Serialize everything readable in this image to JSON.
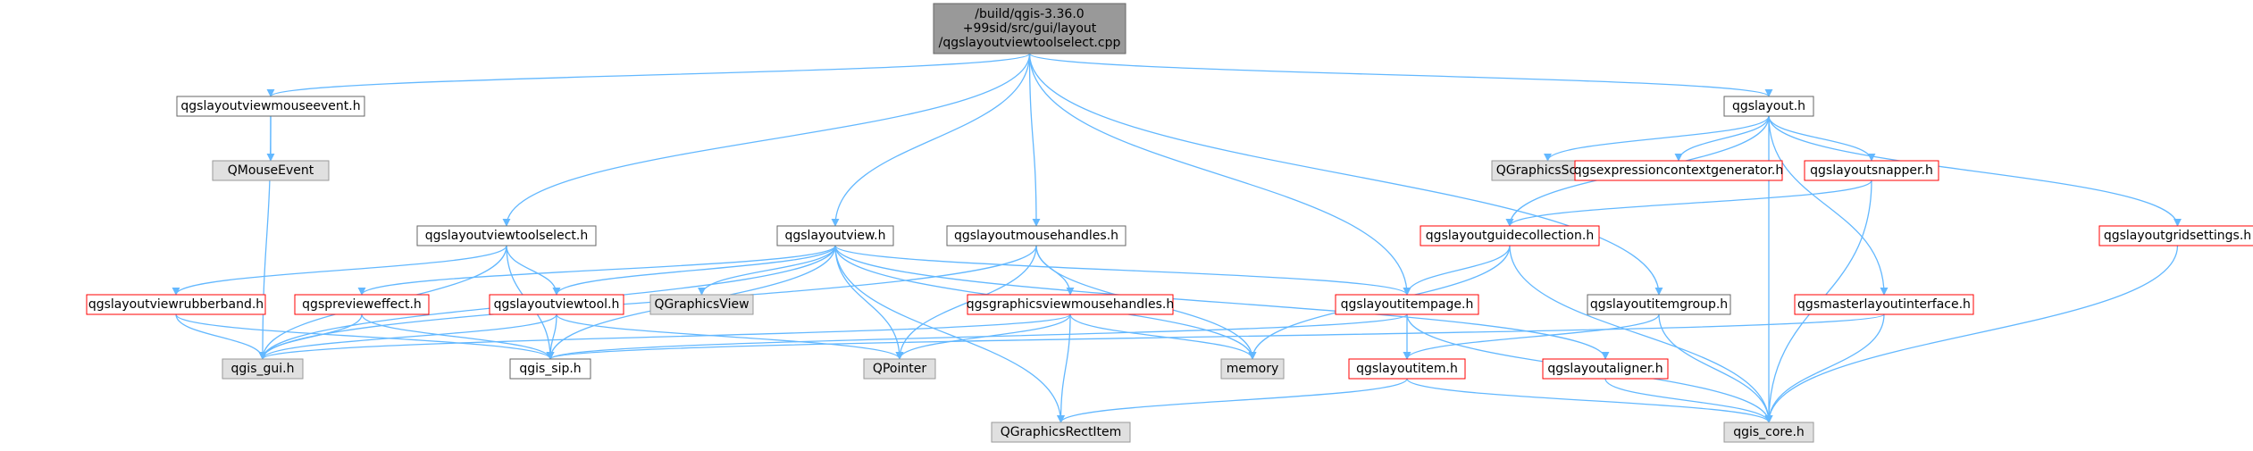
{
  "root": {
    "lines": [
      "/build/qgis-3.36.0",
      "+99sid/src/gui/layout",
      "/qgslayoutviewtoolselect.cpp"
    ]
  },
  "nodes": {
    "qgslayoutviewmouseevent_h": {
      "label": "qgslayoutviewmouseevent.h",
      "style": "normal"
    },
    "QMouseEvent": {
      "label": "QMouseEvent",
      "style": "gray"
    },
    "qgslayout_h": {
      "label": "qgslayout.h",
      "style": "normal"
    },
    "QGraphicsScene": {
      "label": "QGraphicsScene",
      "style": "gray"
    },
    "qgsexpressioncontextgenerator_h": {
      "label": "qgsexpressioncontextgenerator.h",
      "style": "red"
    },
    "qgslayoutsnapper_h": {
      "label": "qgslayoutsnapper.h",
      "style": "red"
    },
    "qgslayoutguidecollection_h": {
      "label": "qgslayoutguidecollection.h",
      "style": "red"
    },
    "qgslayoutgridsettings_h": {
      "label": "qgslayoutgridsettings.h",
      "style": "red"
    },
    "qgslayoutviewtoolselect_h": {
      "label": "qgslayoutviewtoolselect.h",
      "style": "normal"
    },
    "qgslayoutview_h": {
      "label": "qgslayoutview.h",
      "style": "normal"
    },
    "qgslayoutmousehandles_h": {
      "label": "qgslayoutmousehandles.h",
      "style": "normal"
    },
    "qgslayoutviewrubberband_h": {
      "label": "qgslayoutviewrubberband.h",
      "style": "red"
    },
    "qgspreviewеffect_h": {
      "label": "qgspreviеweffect.h",
      "style": "red"
    },
    "qgslayoutviewtool_h": {
      "label": "qgslayoutviewtool.h",
      "style": "red"
    },
    "QGraphicsView": {
      "label": "QGraphicsView",
      "style": "gray"
    },
    "qgsgraphicsviewmousehandles_h": {
      "label": "qgsgraphicsviewmousehandles.h",
      "style": "red"
    },
    "qgslayoutitempage_h": {
      "label": "qgslayoutitempage.h",
      "style": "red"
    },
    "qgslayoutitemgroup_h": {
      "label": "qgslayoutitemgroup.h",
      "style": "normal"
    },
    "qgsmasterlayoutinterface_h": {
      "label": "qgsmasterlayoutinterface.h",
      "style": "red"
    },
    "qgis_gui_h": {
      "label": "qgis_gui.h",
      "style": "gray"
    },
    "qgis_sip_h": {
      "label": "qgis_sip.h",
      "style": "normal"
    },
    "QPointer": {
      "label": "QPointer",
      "style": "gray"
    },
    "memory": {
      "label": "memory",
      "style": "gray"
    },
    "qgslayoutitem_h": {
      "label": "qgslayoutitem.h",
      "style": "red"
    },
    "qgslayoutaligner_h": {
      "label": "qgslayoutaligner.h",
      "style": "red"
    },
    "QGraphicsRectItem": {
      "label": "QGraphicsRectItem",
      "style": "gray"
    },
    "qgis_core_h": {
      "label": "qgis_core.h",
      "style": "gray"
    }
  },
  "colors": {
    "edge": "#63b8ff",
    "border_normal": "#666666",
    "border_red": "#ff0000",
    "border_gray": "#999999",
    "fill_gray": "#e0e0e0",
    "fill_root": "#999999",
    "fill_white": "#ffffff"
  }
}
